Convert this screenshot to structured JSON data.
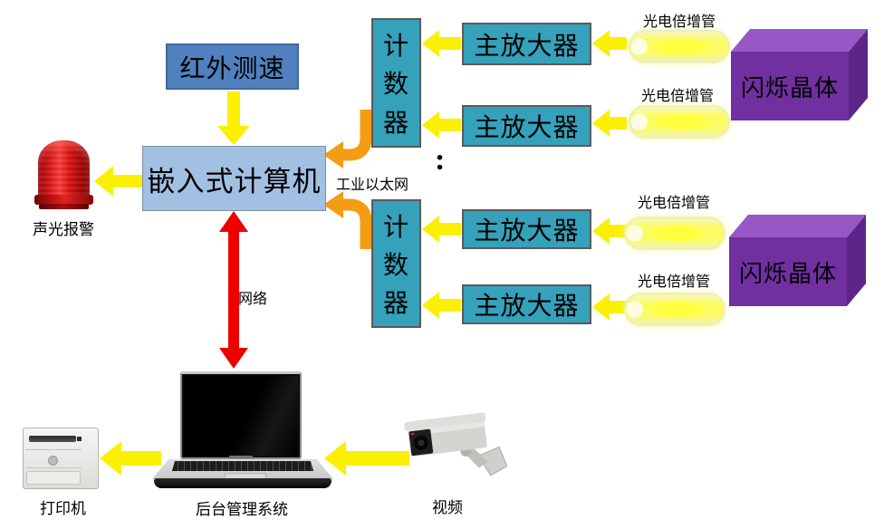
{
  "nodes": {
    "infrared": "红外测速",
    "embedded": "嵌入式计算机",
    "counter_chars": [
      "计",
      "数",
      "器"
    ],
    "amplifier": "主放大器",
    "pmt": "光电倍增管",
    "crystal": "闪烁晶体"
  },
  "labels": {
    "ethernet": "工业以太网",
    "network": "网络",
    "colon": ":",
    "alarm": "声光报警",
    "printer": "打印机",
    "backend": "后台管理系统",
    "video": "视频"
  },
  "colors": {
    "box_blue": "#5081BE",
    "box_light_blue": "#A2C0E2",
    "box_teal": "#35A1BB",
    "crystal_front": "#7030A0",
    "crystal_top": "#9757C5",
    "crystal_right": "#5E2589",
    "arrow_yellow": "#FAF000",
    "arrow_orange": "#F59C15",
    "arrow_red": "#EE0000"
  }
}
